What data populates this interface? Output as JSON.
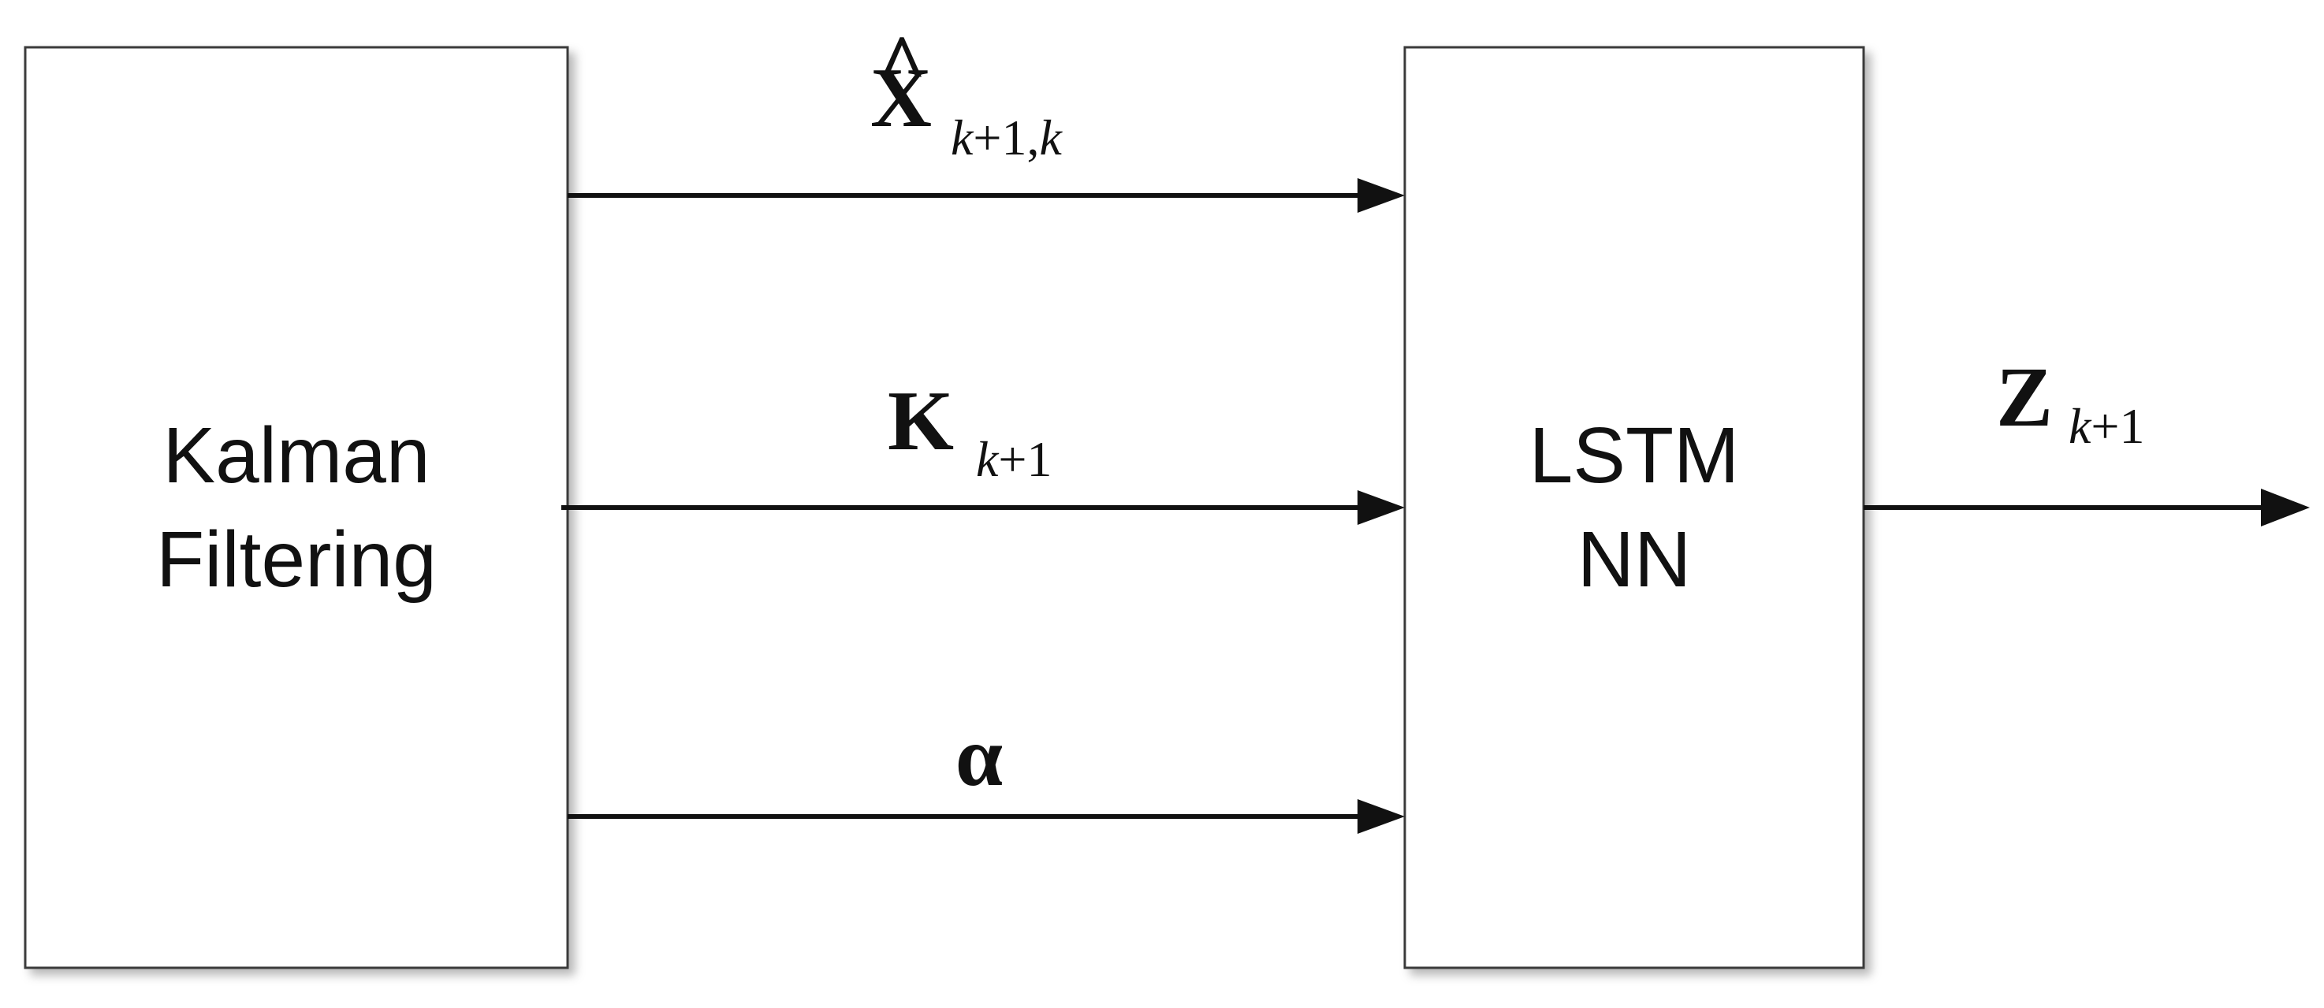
{
  "blocks": {
    "kalman": {
      "line1": "Kalman",
      "line2": "Filtering"
    },
    "lstm": {
      "line1": "LSTM",
      "line2": "NN"
    }
  },
  "signals": {
    "x_hat": {
      "symbol": "X",
      "hat": "^",
      "sub_k1": "k",
      "sub_plus1": "+1,",
      "sub_k2": "k"
    },
    "gain": {
      "symbol": "K",
      "sub_k": "k",
      "sub_plus1": "+1"
    },
    "alpha": {
      "symbol": "α"
    },
    "output": {
      "symbol": "Z",
      "sub_k": "k",
      "sub_plus1": "+1"
    }
  }
}
